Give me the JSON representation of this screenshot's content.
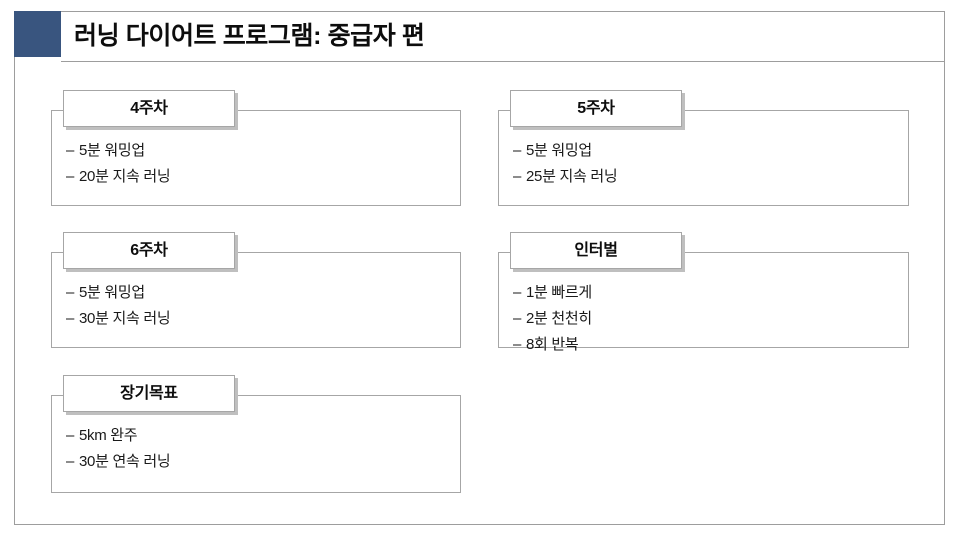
{
  "slide": {
    "title": "러닝 다이어트 프로그램: 중급자 편",
    "accent_color": "#39557f",
    "border_color": "#9d9d9d",
    "background": "#ffffff"
  },
  "cards": [
    {
      "id": "week-4",
      "header": "4주차",
      "items": [
        "5분 워밍업",
        "20분 지속 러닝"
      ],
      "column": "left",
      "row": 1
    },
    {
      "id": "week-5",
      "header": "5주차",
      "items": [
        "5분 워밍업",
        "25분 지속 러닝"
      ],
      "column": "right",
      "row": 1
    },
    {
      "id": "week-6",
      "header": "6주차",
      "items": [
        "5분 워밍업",
        "30분 지속 러닝"
      ],
      "column": "left",
      "row": 2
    },
    {
      "id": "interval",
      "header": "인터벌",
      "items": [
        "1분 빠르게",
        "2분 천천히",
        "8회 반복"
      ],
      "column": "right",
      "row": 2
    },
    {
      "id": "long-term-goal",
      "header": "장기목표",
      "items": [
        "5km 완주",
        "30분 연속 러닝"
      ],
      "column": "left",
      "row": 3
    }
  ],
  "bullet": "–"
}
